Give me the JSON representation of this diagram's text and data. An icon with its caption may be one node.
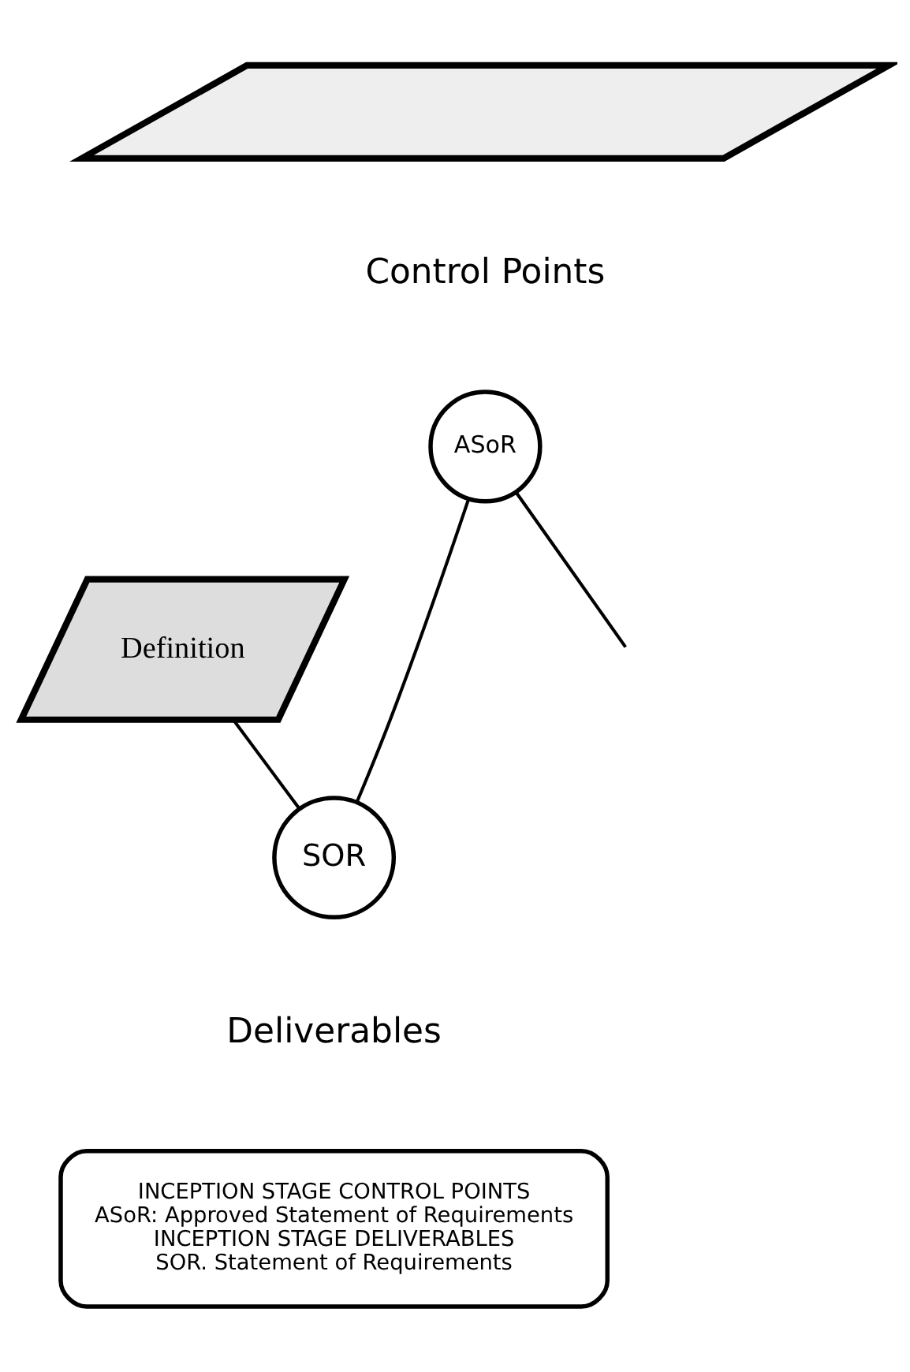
{
  "diagram": {
    "nodes": [
      {
        "text": [],
        "shape": "parallelogram"
      },
      {
        "text": [
          "ASoR"
        ]
      },
      {
        "text": [
          "Definition"
        ]
      },
      {
        "text": [
          "SOR"
        ]
      },
      {
        "text": [
          "INCEPTION STAGE CONTROL POINTS",
          "ASoR: Approved Statement of Requirements",
          "INCEPTION STAGE DELIVERABLES",
          "SOR. Statement of Requirements"
        ]
      }
    ],
    "edges": [
      {
        "from": 1,
        "to": 3,
        "arrow": "none"
      },
      {
        "from": 2,
        "to": 3,
        "arrow": "none"
      },
      {
        "from": 1,
        "to": null,
        "arrow": "none"
      }
    ],
    "labels": [
      "Control Points",
      "Deliverables"
    ]
  }
}
